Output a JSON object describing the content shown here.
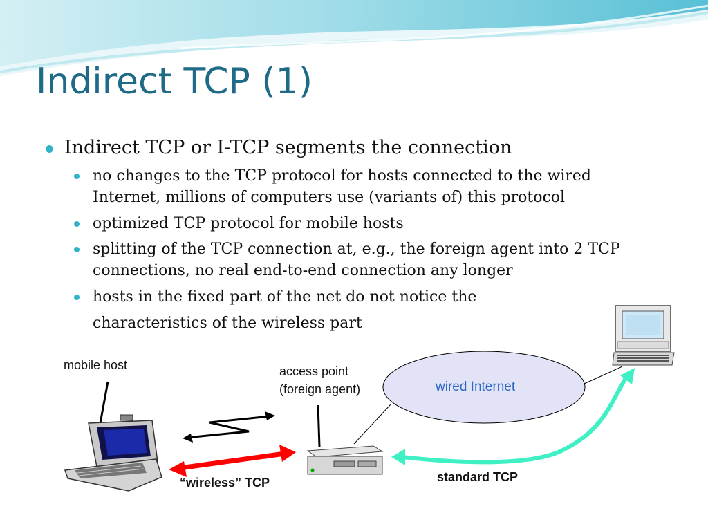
{
  "slide": {
    "title": "Indirect TCP (1)",
    "bullets": [
      {
        "level": 1,
        "text": "Indirect TCP or I-TCP segments the connection"
      },
      {
        "level": 2,
        "text": "no changes to the TCP protocol for hosts connected to the wired Internet, millions of computers use (variants of) this protocol"
      },
      {
        "level": 2,
        "text": "optimized TCP protocol for mobile hosts"
      },
      {
        "level": 2,
        "text": "splitting of the TCP connection at, e.g., the foreign agent into 2 TCP connections, no real end-to-end connection any longer"
      },
      {
        "level": 2,
        "text": "hosts in the fixed part of the net do not notice the"
      },
      {
        "level": 2,
        "text": "characteristics of the wireless part"
      }
    ]
  },
  "diagram": {
    "mobile_host_label": "mobile host",
    "access_point_label_1": "access point",
    "access_point_label_2": "(foreign agent)",
    "cloud_label": "wired Internet",
    "wireless_tcp_label": "“wireless” TCP",
    "standard_tcp_label": "standard TCP",
    "colors": {
      "title": "#1f6a86",
      "bullet": "#2fb3c6",
      "wireless_arrow": "#ff0000",
      "standard_arrow": "#3ff0c4",
      "cloud_fill": "#e3e3f8",
      "cloud_text": "#2d69c4"
    }
  }
}
